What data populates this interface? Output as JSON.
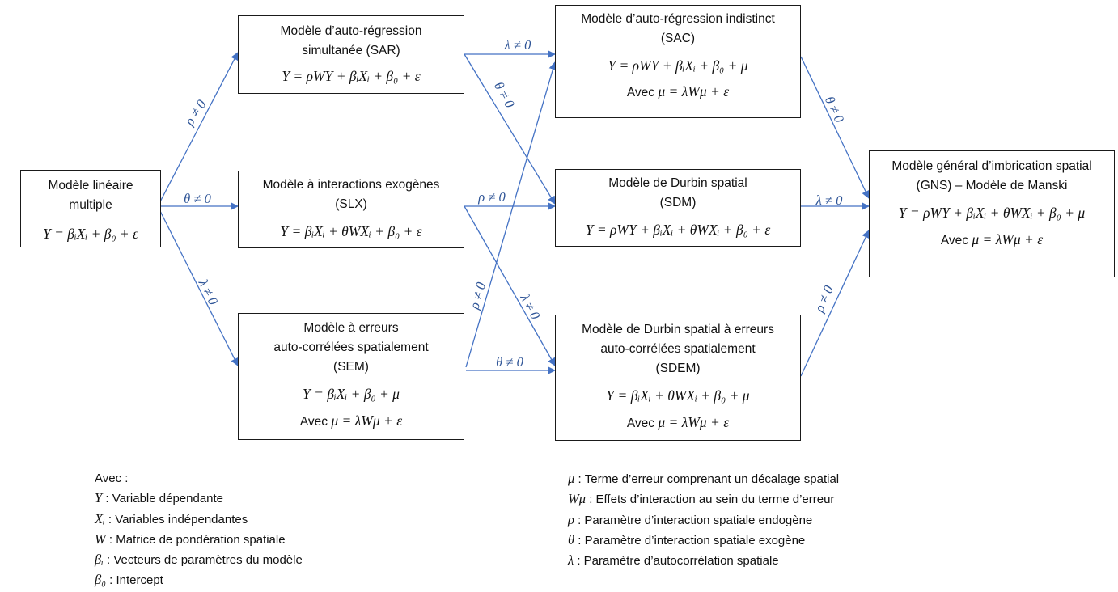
{
  "nodes": {
    "mlm": {
      "title": [
        "Modèle linéaire",
        "multiple"
      ],
      "formula": "Y = βᵢXᵢ + β₀ + ε",
      "avec": null
    },
    "sar": {
      "title": [
        "Modèle d’auto-régression",
        "simultanée (SAR)"
      ],
      "formula": "Y = ρWY + βᵢXᵢ + β₀ + ε",
      "avec": null
    },
    "slx": {
      "title": [
        "Modèle à interactions exogènes",
        "(SLX)"
      ],
      "formula": "Y = βᵢXᵢ + θWXᵢ + β₀ + ε",
      "avec": null
    },
    "sem": {
      "title": [
        "Modèle à erreurs",
        "auto-corrélées spatialement",
        "(SEM)"
      ],
      "formula": "Y = βᵢXᵢ + β₀ + μ",
      "avec": {
        "label": "Avec",
        "expr": "μ = λWμ + ε"
      }
    },
    "sac": {
      "title": [
        "Modèle d’auto-régression indistinct",
        "(SAC)"
      ],
      "formula": "Y = ρWY + βᵢXᵢ + β₀ + μ",
      "avec": {
        "label": "Avec",
        "expr": "μ = λWμ + ε"
      }
    },
    "sdm": {
      "title": [
        "Modèle de Durbin spatial",
        "(SDM)"
      ],
      "formula": "Y = ρWY + βᵢXᵢ + θWXᵢ + β₀ + ε",
      "avec": null
    },
    "sdem": {
      "title": [
        "Modèle de Durbin spatial à erreurs",
        "auto-corrélées spatialement",
        "(SDEM)"
      ],
      "formula": "Y = βᵢXᵢ + θWXᵢ + β₀ + μ",
      "avec": {
        "label": "Avec",
        "expr": "μ = λWμ + ε"
      }
    },
    "gns": {
      "title": [
        "Modèle général d’imbrication spatial",
        "(GNS) – Modèle de Manski"
      ],
      "formula": "Y = ρWY + βᵢXᵢ + θWXᵢ + β₀ + μ",
      "avec": {
        "label": "Avec",
        "expr": "μ = λWμ + ε"
      }
    }
  },
  "edges": [
    {
      "from": "mlm",
      "to": "sar",
      "label": "ρ ≠ 0"
    },
    {
      "from": "mlm",
      "to": "slx",
      "label": "θ ≠ 0"
    },
    {
      "from": "mlm",
      "to": "sem",
      "label": "λ ≠ 0"
    },
    {
      "from": "sar",
      "to": "sac",
      "label": "λ ≠ 0"
    },
    {
      "from": "sar",
      "to": "sdm",
      "label": "θ ≠ 0"
    },
    {
      "from": "slx",
      "to": "sdm",
      "label": "ρ ≠ 0"
    },
    {
      "from": "slx",
      "to": "sdem",
      "label": "λ ≠ 0"
    },
    {
      "from": "sem",
      "to": "sac",
      "label": "ρ ≠ 0"
    },
    {
      "from": "sem",
      "to": "sdem",
      "label": "θ ≠ 0"
    },
    {
      "from": "sac",
      "to": "gns",
      "label": "θ ≠ 0"
    },
    {
      "from": "sdm",
      "to": "gns",
      "label": "λ ≠ 0"
    },
    {
      "from": "sdem",
      "to": "gns",
      "label": "ρ ≠ 0"
    }
  ],
  "legend": {
    "heading": "Avec :",
    "left": [
      {
        "sym": "Y",
        "text": " : Variable dépendante"
      },
      {
        "sym": "Xᵢ",
        "text": " : Variables indépendantes"
      },
      {
        "sym": "W",
        "text": " : Matrice de pondération spatiale"
      },
      {
        "sym": "βᵢ",
        "text": " : Vecteurs de paramètres du modèle"
      },
      {
        "sym": "β₀",
        "text": " : Intercept"
      }
    ],
    "right": [
      {
        "sym": "μ",
        "text": " : Terme d’erreur comprenant un décalage spatial"
      },
      {
        "sym": "Wμ",
        "text": " : Effets d’interaction au sein du terme d’erreur"
      },
      {
        "sym": "ρ",
        "text": " : Paramètre d’interaction spatiale endogène"
      },
      {
        "sym": "θ",
        "text": " : Paramètre d’interaction spatiale exogène"
      },
      {
        "sym": "λ",
        "text": " : Paramètre d’autocorrélation spatiale"
      }
    ]
  },
  "colors": {
    "arrow": "#4472c4",
    "label": "#2f5597",
    "border": "#1a1a1a"
  }
}
